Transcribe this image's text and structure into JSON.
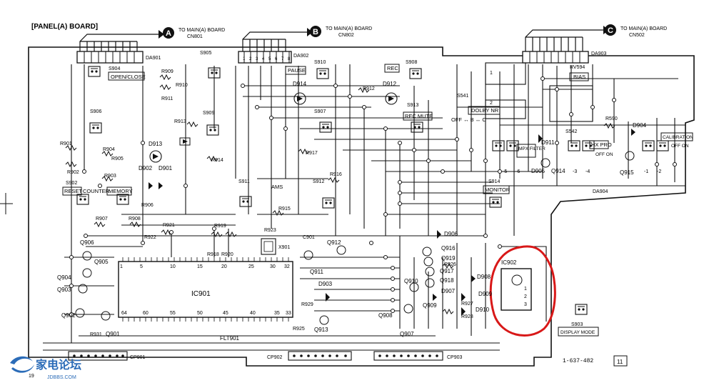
{
  "board_title": "[PANEL(A) BOARD]",
  "connectors": [
    {
      "letter": "A",
      "line1": "TO MAIN(A) BOARD",
      "line2": "CN801"
    },
    {
      "letter": "B",
      "line1": "TO MAIN(A) BOARD",
      "line2": "CN802"
    },
    {
      "letter": "C",
      "line1": "TO MAIN(A) BOARD",
      "line2": "CN502"
    }
  ],
  "headers": {
    "da901": "DA901",
    "da902": "DA902",
    "da903": "DA903",
    "da904": "DA904"
  },
  "switch_labels": {
    "open_close": "OPEN/CLOSE",
    "pause": "PAUSE",
    "rec": "REC",
    "dolby_nr": "DOLBY NR",
    "dolby_pos": "OFF ↔ B ↔ C",
    "rec_mute": "REC MUTE",
    "bias": "BIAS",
    "mpx_filter": "MPX FILTER",
    "hx_pro": "HX PRO",
    "hx_states": "OFF ON",
    "calibration": "CALIBRATION",
    "cal_states": "OFF ON",
    "monitor": "MONITOR",
    "reset": "RESET",
    "counter": "COUNTER",
    "memory": "MEMORY",
    "ams": "AMS",
    "display_mode": "DISPLAY MODE"
  },
  "refs": {
    "s904": "S904",
    "s905": "S905",
    "s906": "S906",
    "s907": "S907",
    "s908": "S908",
    "s909": "S909",
    "s910": "S910",
    "s911": "S911",
    "s912": "S912",
    "s913": "S913",
    "s541": "S541",
    "s542": "S542",
    "s902": "S902",
    "s903": "S903",
    "s914": "S914",
    "rv594": "RV594",
    "r590": "R590",
    "r909": "R909",
    "r910": "R910",
    "r911": "R911",
    "r912": "R912",
    "r913": "R913",
    "r914": "R914",
    "r917": "R917",
    "r916": "R916",
    "r915": "R915",
    "r901": "R901",
    "r902": "R902",
    "r904": "R904",
    "r905": "R905",
    "r903": "R903",
    "r906": "R906",
    "r907": "R907",
    "r908": "R908",
    "r921": "R921",
    "r922": "R922",
    "r919": "R919",
    "r918": "R918",
    "r920": "R920",
    "r923": "R923",
    "r925": "R925",
    "r926": "R926",
    "r927": "R927",
    "r928": "R928",
    "r929": "R929",
    "r931": "R931",
    "d914": "D914",
    "d912": "D912",
    "d913": "D913",
    "d902": "D902",
    "d901": "D901",
    "d904": "D904",
    "d911": "D911",
    "d905": "D905",
    "d906": "D906",
    "d903": "D903",
    "d907": "D907",
    "d908": "D908",
    "d909": "D909",
    "d910": "D910",
    "q906": "Q906",
    "q905": "Q905",
    "q904": "Q904",
    "q903": "Q903",
    "q902": "Q902",
    "q901": "Q901",
    "q911": "Q911",
    "q912": "Q912",
    "q913": "Q913",
    "q907": "Q907",
    "q908": "Q908",
    "q909": "Q909",
    "q910": "Q910",
    "q914": "Q914",
    "q915": "Q915",
    "q916": "Q916",
    "q917": "Q917",
    "q918": "Q918",
    "q919": "Q919",
    "c901": "C901",
    "x901": "X901",
    "ic901": "IC901",
    "ic902": "IC902",
    "flt901": "FLT901",
    "cp901": "CP901",
    "cp902": "CP902",
    "cp903": "CP903"
  },
  "pins": {
    "ic_top": [
      "1",
      "5",
      "10",
      "15",
      "20",
      "25",
      "30",
      "32"
    ],
    "ic_bottom": [
      "64",
      "60",
      "55",
      "50",
      "45",
      "40",
      "35",
      "33"
    ],
    "da902": [
      "1",
      "2",
      "3",
      "4",
      "5",
      "6",
      "7",
      "8"
    ],
    "s541": [
      "1",
      "2"
    ],
    "s542": [
      "-5",
      "-6",
      "-3",
      "-4",
      "-1",
      "-2"
    ],
    "ic902": [
      "1",
      "2",
      "3"
    ]
  },
  "part_number": "1-637-482",
  "page_number": "19",
  "page_mark": "11",
  "watermark": {
    "cn": "家电论坛",
    "en": "JDBBS.COM"
  }
}
